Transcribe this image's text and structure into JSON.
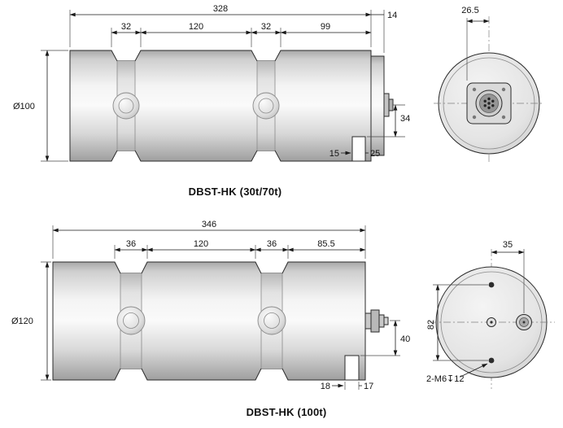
{
  "colors": {
    "outline": "#2a2a2a",
    "dimension": "#1a1a1a",
    "background": "#ffffff"
  },
  "drawings": [
    {
      "title": "DBST-HK (30t/70t)",
      "side_view": {
        "dim_total": "328",
        "dim_end_cap": "14",
        "dim_groove_left": "32",
        "dim_groove_spacing": "120",
        "dim_groove_right": "32",
        "dim_right_section": "99",
        "dim_diameter": "Ø100",
        "dim_connector_offset": "34",
        "dim_slot_offset": "15",
        "dim_slot_width": "25"
      },
      "end_view": {
        "dim_plate_offset": "26.5"
      }
    },
    {
      "title": "DBST-HK (100t)",
      "side_view": {
        "dim_total": "346",
        "dim_groove_left": "36",
        "dim_groove_spacing": "120",
        "dim_groove_right": "36",
        "dim_right_section": "85.5",
        "dim_diameter": "Ø120",
        "dim_connector_offset": "40",
        "dim_slot_offset": "18",
        "dim_slot_width": "17"
      },
      "end_view": {
        "dim_connector_offset": "35",
        "dim_hole_spacing": "82",
        "thread_note": "2-M6↧12"
      }
    }
  ]
}
